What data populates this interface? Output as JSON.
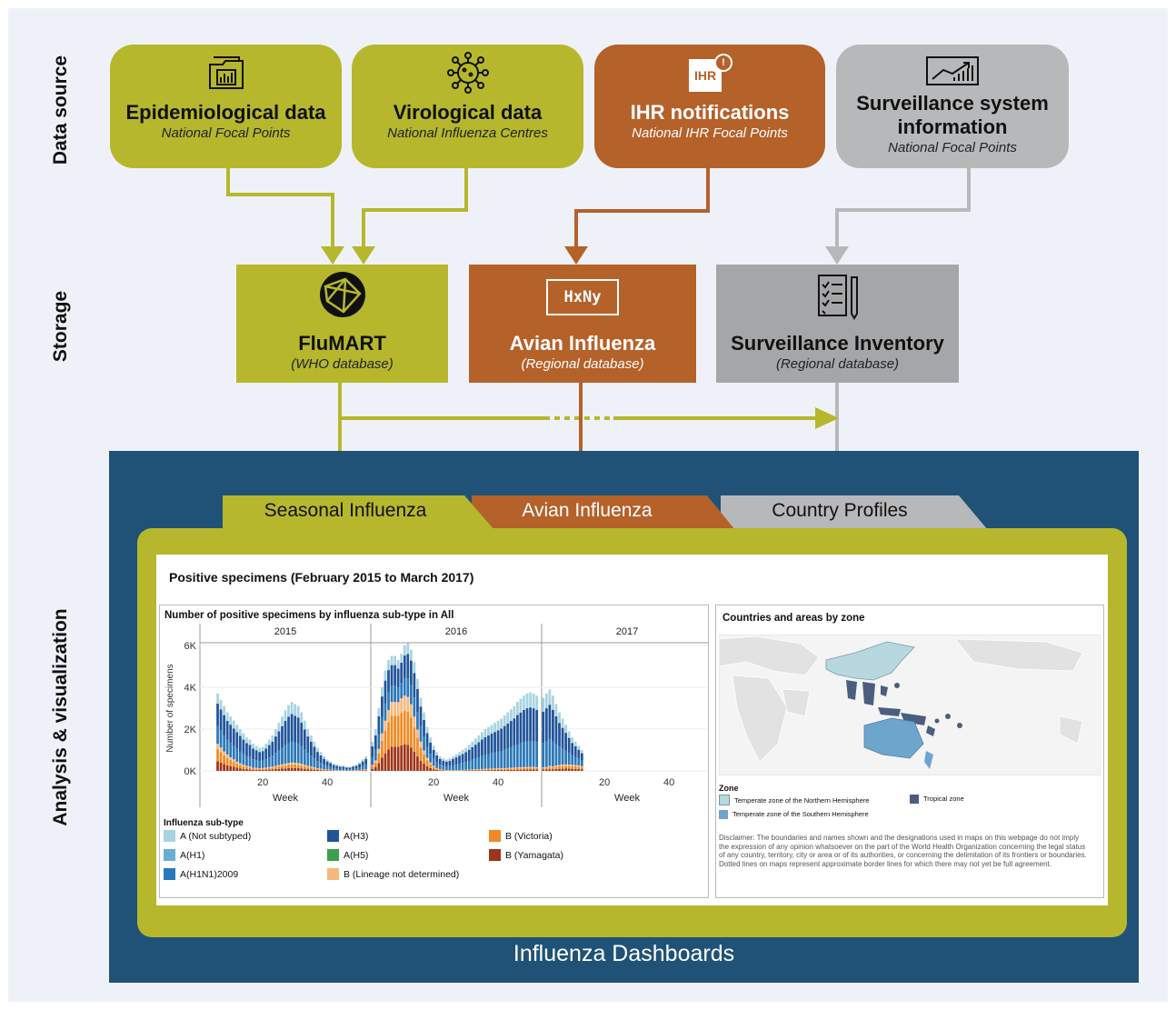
{
  "side_labels": {
    "data_source": "Data source",
    "storage": "Storage",
    "analysis": "Analysis & visualization"
  },
  "sources": [
    {
      "title": "Epidemiological data",
      "subtitle": "National Focal Points",
      "color": "#b6b72c",
      "icon": "folder-chart-icon"
    },
    {
      "title": "Virological data",
      "subtitle": "National Influenza Centres",
      "color": "#b6b72c",
      "icon": "virus-icon"
    },
    {
      "title": "IHR notifications",
      "subtitle": "National IHR Focal Points",
      "color": "#b5612a",
      "icon": "ihr-alert-icon",
      "icon_text": "IHR",
      "badge_text": "!"
    },
    {
      "title_line1": "Surveillance system",
      "title_line2": "information",
      "subtitle": "National Focal Points",
      "color": "#b7b8ba",
      "icon": "trend-chart-icon"
    }
  ],
  "storage": [
    {
      "title": "FluMART",
      "subtitle": "(WHO database)",
      "color": "#b6b72c",
      "icon": "globe-network-icon"
    },
    {
      "title": "Avian Influenza",
      "subtitle": "(Regional database)",
      "color": "#b5612a",
      "icon": "hxny-icon",
      "icon_text": "HxNy"
    },
    {
      "title": "Surveillance Inventory",
      "subtitle": "(Regional database)",
      "color": "#a5a6a8",
      "icon": "checklist-icon"
    }
  ],
  "tabs": [
    {
      "label": "Seasonal Influenza",
      "color": "#b6b72c"
    },
    {
      "label": "Avian Influenza",
      "color": "#b5612a"
    },
    {
      "label": "Country Profiles",
      "color": "#b7b8ba"
    }
  ],
  "dashboard": {
    "footer": "Influenza Dashboards",
    "panel_title": "Positive specimens (February 2015 to March 2017)",
    "chart_title": "Number of positive specimens by influenza sub-type in All",
    "map_title": "Countries and areas by zone",
    "zone_title": "Zone",
    "zones": [
      {
        "label": "Temperate zone of the Northern Hemisphere",
        "color": "#b8d8e0"
      },
      {
        "label": "Tropical zone",
        "color": "#4a5f7e"
      },
      {
        "label": "Temperate zone of the Southern Hemisphere",
        "color": "#6ea5cc"
      }
    ],
    "disclaimer": "Disclaimer: The boundaries and names shown and the designations used in maps on this webpage do not imply the expression of any opinion whatsoever on the part of the World Health Organization concerning the legal status of any country, territory, city or area or of its authorities, or concerning the delimitation of its frontiers or boundaries. Dotted lines on maps represent approximate border lines for which there may not yet be full agreement.",
    "legend_title": "Influenza sub-type",
    "legend": [
      {
        "label": "A (Not subtyped)",
        "color": "#a8d4e0"
      },
      {
        "label": "A(H3)",
        "color": "#20549a"
      },
      {
        "label": "B (Victoria)",
        "color": "#f08a24"
      },
      {
        "label": "A(H1)",
        "color": "#6aaed6"
      },
      {
        "label": "A(H5)",
        "color": "#3aa04a"
      },
      {
        "label": "B (Yamagata)",
        "color": "#a0341a"
      },
      {
        "label": "A(H1N1)2009",
        "color": "#2a78b8"
      },
      {
        "label": "B (Lineage not determined)",
        "color": "#f8b77c"
      }
    ]
  },
  "chart_data": {
    "type": "bar",
    "stacked": true,
    "title": "Number of positive specimens by influenza sub-type in All",
    "ylabel": "Number of specimens",
    "xlabel": "Week",
    "ylim": [
      0,
      6000
    ],
    "yticks": [
      "0K",
      "2K",
      "4K",
      "6K"
    ],
    "xticks": [
      "20",
      "40"
    ],
    "facets": [
      {
        "year": "2015",
        "start_week": 6,
        "weeks": 47,
        "totals": [
          3700,
          3400,
          3100,
          2800,
          2600,
          2400,
          2200,
          2000,
          1800,
          1600,
          1500,
          1300,
          1200,
          1100,
          1150,
          1300,
          1500,
          1700,
          2000,
          2300,
          2600,
          2900,
          3150,
          3300,
          3200,
          3100,
          2800,
          2400,
          2000,
          1700,
          1400,
          1100,
          900,
          700,
          550,
          450,
          350,
          300,
          250,
          250,
          200,
          200,
          250,
          300,
          400,
          550,
          700
        ],
        "b_share": [
          0.35,
          0.33,
          0.3,
          0.28,
          0.25,
          0.23,
          0.2,
          0.18,
          0.16,
          0.15,
          0.14,
          0.12,
          0.12,
          0.12,
          0.12,
          0.12,
          0.12,
          0.12,
          0.12,
          0.12,
          0.12,
          0.12,
          0.12,
          0.12,
          0.12,
          0.12,
          0.12,
          0.12,
          0.12,
          0.12,
          0.12,
          0.12,
          0.12,
          0.12,
          0.12,
          0.12,
          0.12,
          0.12,
          0.12,
          0.12,
          0.12,
          0.12,
          0.12,
          0.12,
          0.12,
          0.12,
          0.12
        ]
      },
      {
        "year": "2016",
        "start_week": 1,
        "weeks": 52,
        "totals": [
          1400,
          2000,
          3000,
          4000,
          4800,
          5300,
          5500,
          5500,
          5300,
          5600,
          6000,
          6100,
          5800,
          5200,
          4400,
          3500,
          2800,
          2100,
          1600,
          1200,
          900,
          700,
          600,
          550,
          600,
          700,
          800,
          900,
          1000,
          1100,
          1250,
          1400,
          1550,
          1700,
          1850,
          2000,
          2100,
          2200,
          2300,
          2400,
          2500,
          2650,
          2800,
          2950,
          3100,
          3300,
          3450,
          3600,
          3700,
          3750,
          3700,
          3600
        ],
        "b_share": [
          0.2,
          0.25,
          0.35,
          0.45,
          0.5,
          0.55,
          0.6,
          0.6,
          0.62,
          0.62,
          0.6,
          0.58,
          0.55,
          0.5,
          0.45,
          0.4,
          0.35,
          0.3,
          0.25,
          0.2,
          0.15,
          0.12,
          0.1,
          0.08,
          0.06,
          0.05,
          0.05,
          0.05,
          0.05,
          0.05,
          0.05,
          0.05,
          0.05,
          0.05,
          0.05,
          0.05,
          0.05,
          0.05,
          0.05,
          0.05,
          0.05,
          0.05,
          0.05,
          0.05,
          0.05,
          0.05,
          0.05,
          0.05,
          0.05,
          0.05,
          0.05,
          0.05
        ]
      },
      {
        "year": "2017",
        "start_week": 1,
        "weeks": 13,
        "totals": [
          3500,
          3700,
          3900,
          3600,
          3200,
          2800,
          2500,
          2200,
          1900,
          1600,
          1400,
          1200,
          1000
        ],
        "b_share": [
          0.05,
          0.05,
          0.06,
          0.06,
          0.08,
          0.1,
          0.12,
          0.14,
          0.16,
          0.18,
          0.2,
          0.22,
          0.22
        ]
      }
    ]
  }
}
